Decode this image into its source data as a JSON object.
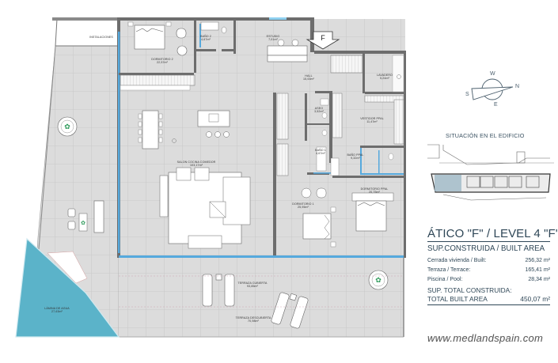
{
  "floorplan": {
    "entrance_marker": "F",
    "rooms": [
      {
        "name": "INSTALACIONES",
        "area": ""
      },
      {
        "name": "DORMITORIO 2",
        "area": "22,57m²"
      },
      {
        "name": "BAÑO 2",
        "area": "4,67m²"
      },
      {
        "name": "ESTUDIO",
        "area": "7,01m²"
      },
      {
        "name": "HALL",
        "area": "15,00m²"
      },
      {
        "name": "LAVADERO",
        "area": "5,24m²"
      },
      {
        "name": "VESTIDOR PPAL",
        "area": "11,47m²"
      },
      {
        "name": "ASEO",
        "area": "3,52m²"
      },
      {
        "name": "BAÑO 1",
        "area": "4,67m²"
      },
      {
        "name": "BAÑO PPAL",
        "area": "9,32m²"
      },
      {
        "name": "DORMITORIO 1",
        "area": "25,95m²"
      },
      {
        "name": "DORMITORIO PPAL",
        "area": "20,75m²"
      },
      {
        "name": "SALON COCINA COMEDOR",
        "area": "103,17m²"
      },
      {
        "name": "TERRAZA CUBIERTA",
        "area": "93,85m²"
      },
      {
        "name": "TERRAZA DESCUBIERTA",
        "area": "70,98m²"
      },
      {
        "name": "LÁMINA DE AGUA",
        "area": "27,63m²"
      }
    ],
    "colors": {
      "floor": "#dcdcdc",
      "grid": "#c6c6c6",
      "wall": "#6d6d6d",
      "glass": "#56a9dd",
      "pool": "#5bb3c9",
      "plant": "#2e9a5a"
    }
  },
  "compass": {
    "north": "N",
    "south": "S",
    "east": "E",
    "west": "W"
  },
  "situacion": {
    "title": "SITUACIÓN EN EL EDIFICIO"
  },
  "areas": {
    "title": "ÁTICO \"F\" / LEVEL 4 \"F\"",
    "subtitle": "SUP.CONSTRUIDA / BUILT AREA",
    "rows": [
      {
        "label": "Cerrada vivienda / Built:",
        "value": "256,32 m²"
      },
      {
        "label": "Terraza / Terrace:",
        "value": "165,41 m²"
      },
      {
        "label": "Piscina / Pool:",
        "value": "28,34 m²"
      }
    ],
    "total_label_1": "SUP. TOTAL CONSTRUIDA:",
    "total_label_2": "TOTAL BUILT AREA",
    "total_value": "450,07 m²"
  },
  "watermark": "www.medlandspain.com"
}
